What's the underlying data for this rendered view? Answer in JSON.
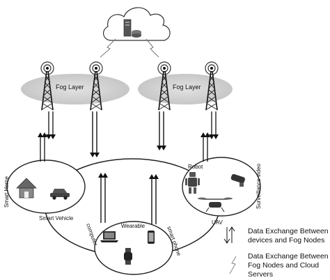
{
  "fog_layers": [
    {
      "label": "Fog Layer"
    },
    {
      "label": "Fog Layer"
    }
  ],
  "groups": {
    "smart_home": {
      "label": "Smart Home"
    },
    "smart_vehicle": {
      "label": "Smart Vehicle"
    },
    "robot": {
      "label": "Robot"
    },
    "surveillance": {
      "label": "Surveillance video"
    },
    "uav": {
      "label": "UAV"
    },
    "computer": {
      "label": "computer"
    },
    "smart_phone": {
      "label": "smart phone"
    },
    "wearable": {
      "label": "Wearable"
    }
  },
  "legend": [
    {
      "icon": "double-arrow-icon",
      "line1": "Data Exchange Between IoT",
      "line2": "devices and Fog Nodes"
    },
    {
      "icon": "lightning-icon",
      "line1": "Data Exchange Between",
      "line2": "Fog Nodes and Cloud",
      "line3": "Servers"
    }
  ],
  "colors": {
    "fog": "#d6d6d6",
    "cloud": "#ffffff",
    "outline": "#222222"
  }
}
